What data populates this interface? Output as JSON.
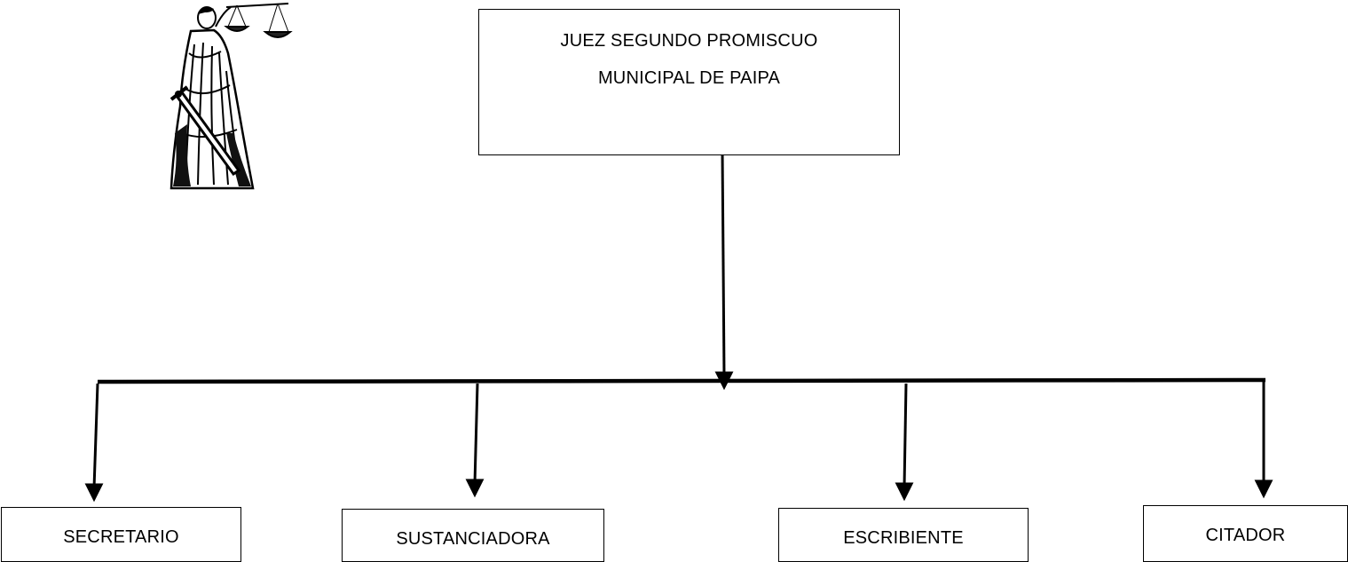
{
  "top_box": {
    "line1": "JUEZ SEGUNDO PROMISCUO",
    "line2": "MUNICIPAL DE PAIPA"
  },
  "children": [
    {
      "label": "SECRETARIO"
    },
    {
      "label": "SUSTANCIADORA"
    },
    {
      "label": "ESCRIBIENTE"
    },
    {
      "label": "CITADOR"
    }
  ],
  "logo": {
    "icon": "lady-justice-icon"
  }
}
